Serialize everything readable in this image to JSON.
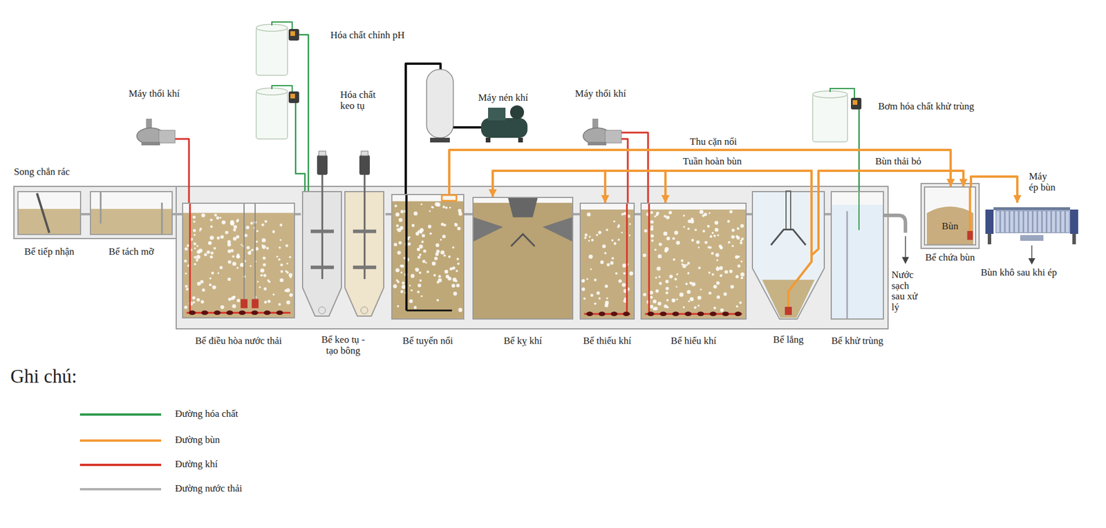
{
  "diagram": {
    "nodes": [
      {
        "text": [
          "Bể tiếp nhận"
        ]
      },
      {
        "text": [
          "Bể tách mỡ"
        ]
      },
      {
        "text": [
          "Bể điều hòa nước thải"
        ]
      },
      {
        "text": [
          "Bể keo tụ - tạo bông"
        ]
      },
      {
        "text": [
          "Bể tuyển nổi"
        ]
      },
      {
        "text": [
          "Bể kỵ khí"
        ]
      },
      {
        "text": [
          "Bể thiếu khí"
        ]
      },
      {
        "text": [
          "Bể hiếu khí"
        ]
      },
      {
        "text": [
          "Bể lắng"
        ]
      },
      {
        "text": [
          "Bể khử trùng"
        ]
      },
      {
        "text": [
          "Bùn",
          "Bể chứa bùn"
        ]
      },
      {
        "text": [
          "Máy ép bùn",
          "Bùn khô sau khi ép"
        ]
      },
      {
        "text": [
          "Máy thổi khí"
        ]
      },
      {
        "text": [
          "Hóa chất chỉnh pH"
        ]
      },
      {
        "text": [
          "Hóa chất keo tụ"
        ]
      },
      {
        "text": [
          "Máy nén khí"
        ]
      },
      {
        "text": [
          "Máy thổi khí"
        ]
      },
      {
        "text": [
          "Bơm hóa chất khử trùng"
        ]
      }
    ],
    "edges": [
      {
        "from": 0,
        "to": 1,
        "arrow": "none"
      },
      {
        "from": 1,
        "to": 2,
        "arrow": "none"
      },
      {
        "from": 2,
        "to": 3,
        "arrow": "none"
      },
      {
        "from": 3,
        "to": 4,
        "arrow": "none"
      },
      {
        "from": 4,
        "to": 5,
        "arrow": "none"
      },
      {
        "from": 5,
        "to": 6,
        "arrow": "none"
      },
      {
        "from": 6,
        "to": 7,
        "arrow": "none"
      },
      {
        "from": 7,
        "to": 8,
        "arrow": "none"
      },
      {
        "from": 8,
        "to": 9,
        "arrow": "none"
      },
      {
        "from": 12,
        "to": 2,
        "arrow": "none"
      },
      {
        "from": 16,
        "to": 6,
        "arrow": "none"
      },
      {
        "from": 16,
        "to": 7,
        "arrow": "none"
      },
      {
        "from": 13,
        "to": 3,
        "arrow": "none"
      },
      {
        "from": 14,
        "to": 3,
        "arrow": "none"
      },
      {
        "from": 17,
        "to": 9,
        "arrow": "none"
      },
      {
        "from": 15,
        "to": 4,
        "arrow": "none"
      },
      {
        "from": 4,
        "to": 10,
        "arrow": "to",
        "label": "Thu cặn nổi"
      },
      {
        "from": 8,
        "to": 5,
        "arrow": "to",
        "label": "Tuần hoàn bùn"
      },
      {
        "from": 8,
        "to": 6,
        "arrow": "to"
      },
      {
        "from": 8,
        "to": 7,
        "arrow": "to"
      },
      {
        "from": 8,
        "to": 10,
        "arrow": "to",
        "label": "Bùn thải bỏ"
      },
      {
        "from": 10,
        "to": 11,
        "arrow": "to"
      }
    ],
    "labels": [
      "Song chắn rác",
      "Nước sạch sau xử lý",
      "Ghi chú:"
    ],
    "legend": [
      {
        "text": "Đường hóa chất",
        "color": "#2f9a4c"
      },
      {
        "text": "Đường bùn",
        "color": "#f29a35"
      },
      {
        "text": "Đường khí",
        "color": "#d8352a"
      },
      {
        "text": "Đường nước thải",
        "color": "#b0b0b0"
      }
    ]
  }
}
